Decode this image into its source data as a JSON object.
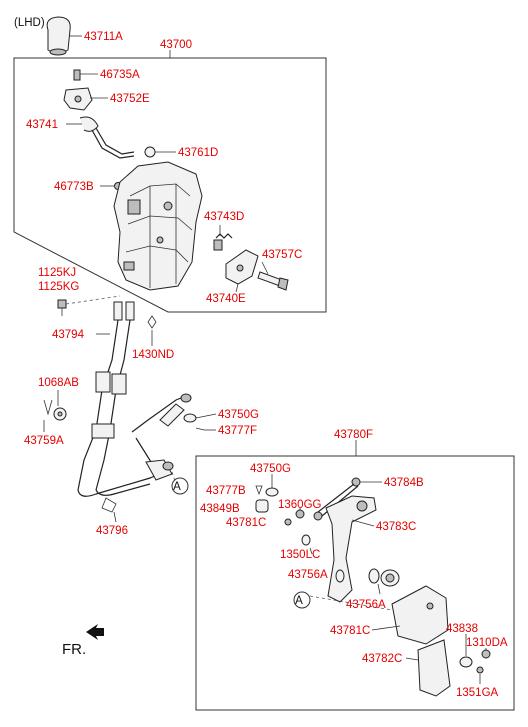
{
  "variant": "(LHD)",
  "orientation": "FR.",
  "callout_letter": "A",
  "labels": {
    "p43711A": "43711A",
    "p43700": "43700",
    "p46735A": "46735A",
    "p43752E": "43752E",
    "p43741": "43741",
    "p43761D": "43761D",
    "p46773B": "46773B",
    "p43743D": "43743D",
    "p43757C": "43757C",
    "p43740E": "43740E",
    "p1125KJ": "1125KJ",
    "p1125KG": "1125KG",
    "p43794": "43794",
    "p1430ND": "1430ND",
    "p1068AB": "1068AB",
    "p43759A": "43759A",
    "p43750G_a": "43750G",
    "p43777F": "43777F",
    "p43796": "43796",
    "p43780F": "43780F",
    "p43750G_b": "43750G",
    "p43784B": "43784B",
    "p43777B": "43777B",
    "p1360GG": "1360GG",
    "p43849B": "43849B",
    "p43781C_a": "43781C",
    "p43783C": "43783C",
    "p1350LC": "1350LC",
    "p43756A_a": "43756A",
    "p43756A_b": "43756A",
    "p43781C_b": "43781C",
    "p43838": "43838",
    "p1310DA": "1310DA",
    "p43782C": "43782C",
    "p1351GA": "1351GA"
  },
  "colors": {
    "label_red": "#e60000",
    "line": "#333333",
    "background": "#ffffff"
  }
}
